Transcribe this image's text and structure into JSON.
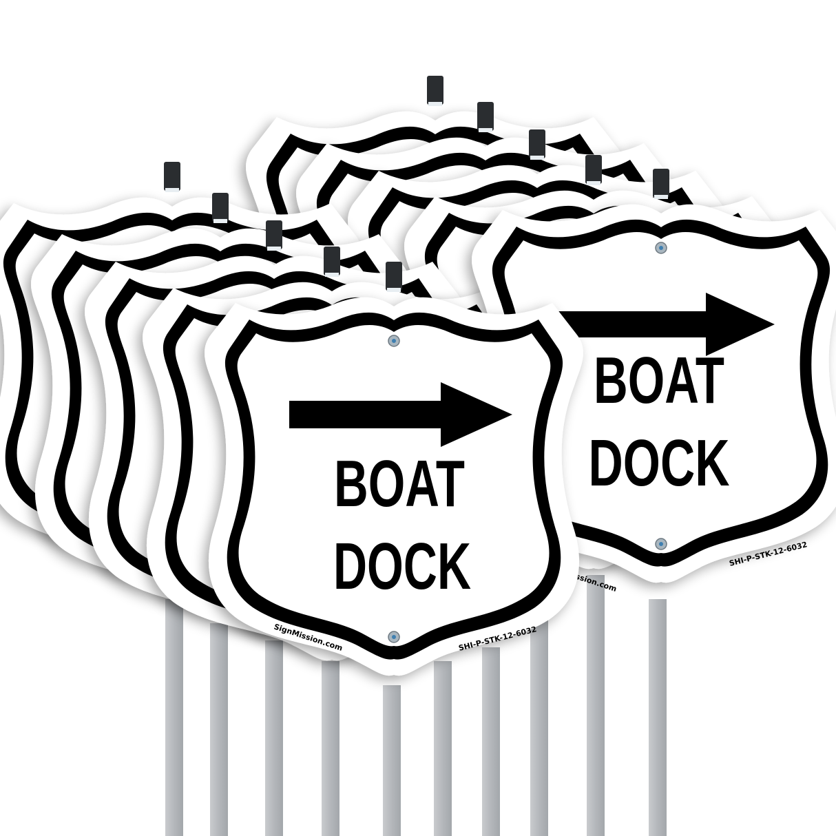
{
  "product": {
    "sign_text_line1": "BOAT",
    "sign_text_line2": "DOCK",
    "arrow_direction": "right",
    "brand_url": "SignMission.com",
    "sku": "SHI-P-STK-12-6032",
    "shape": "shield",
    "count_visible": 10
  },
  "colors": {
    "background": "#ffffff",
    "sign_face": "#ffffff",
    "border": "#000000",
    "text": "#000000",
    "stake": "#b9bcbf",
    "stake_dark": "#a4a8ac",
    "hanger": "#2a2d30",
    "screw": "#9fb0bc"
  },
  "icons": {
    "arrow": "arrow-right-icon",
    "screw": "screw-icon",
    "hanger": "hanger-clip-icon"
  }
}
